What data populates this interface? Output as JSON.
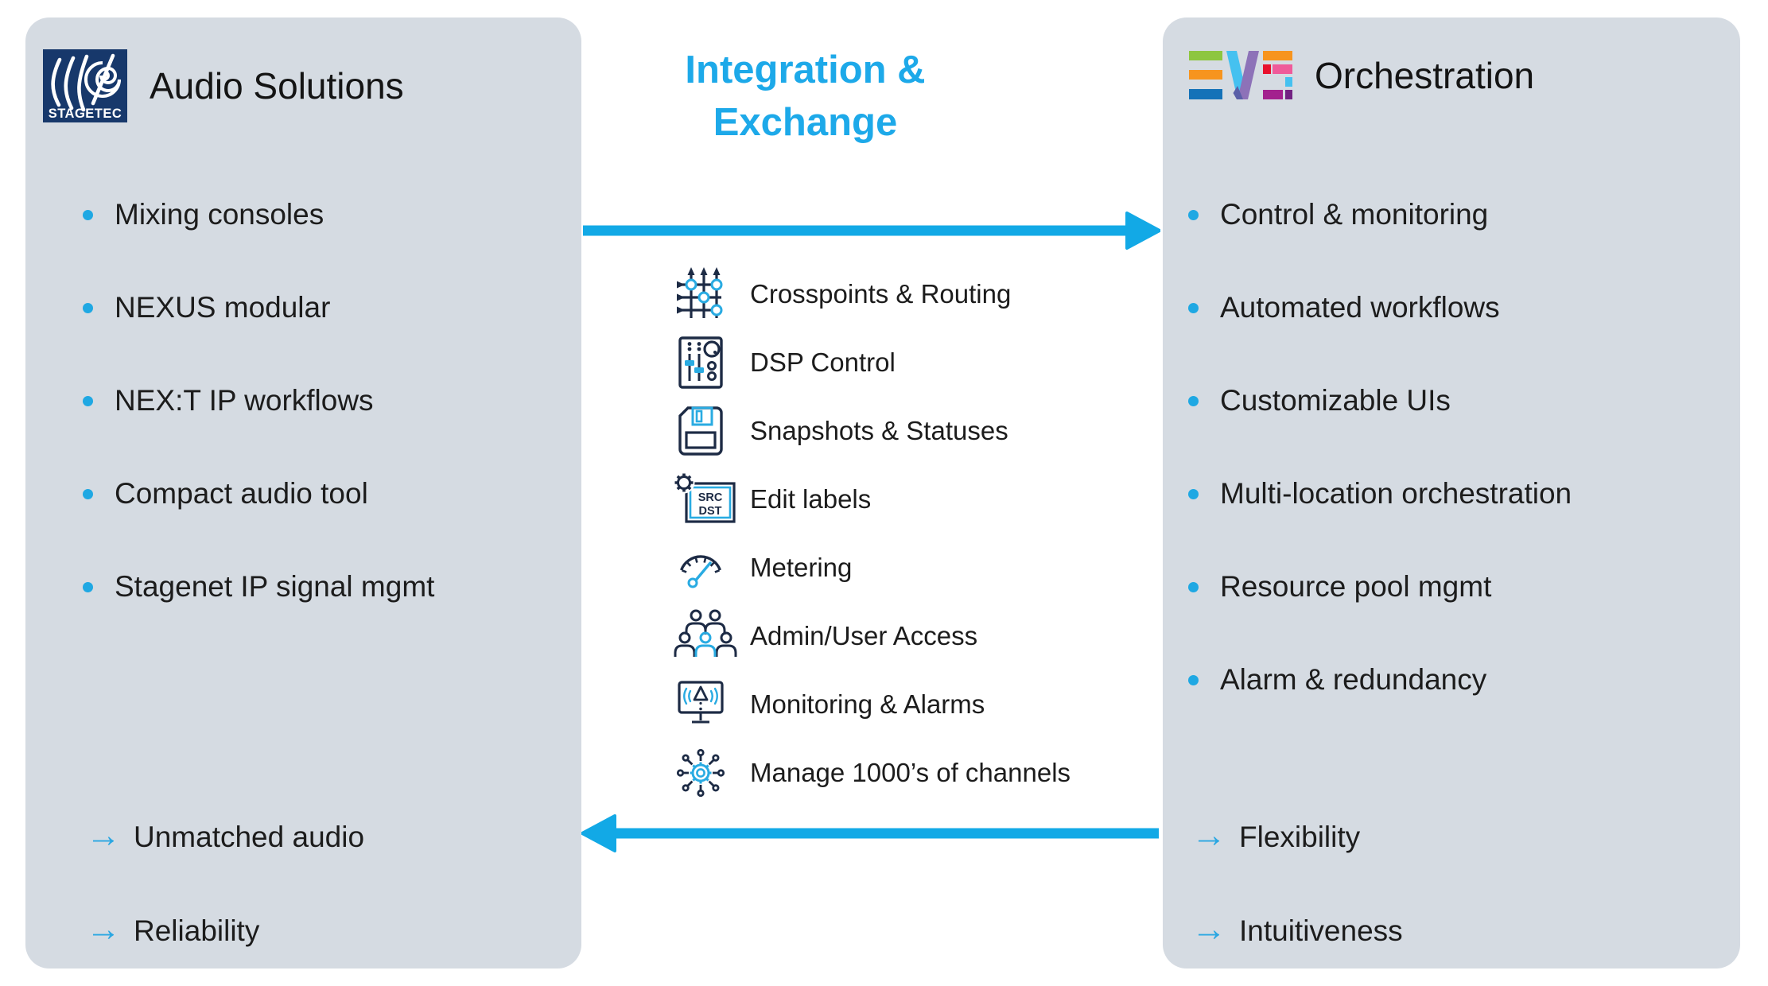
{
  "left_panel": {
    "logo_text": "STAGETEC",
    "title": "Audio Solutions",
    "bullets": [
      "Mixing consoles",
      "NEXUS modular",
      "NEX:T IP workflows",
      "Compact audio tool",
      "Stagenet IP signal mgmt"
    ],
    "takeaways": [
      "Unmatched audio",
      "Reliability"
    ]
  },
  "center": {
    "title_line1": "Integration &",
    "title_line2": "Exchange",
    "items": [
      {
        "icon": "crosspoints-routing-icon",
        "label": "Crosspoints & Routing"
      },
      {
        "icon": "dsp-control-icon",
        "label": "DSP Control"
      },
      {
        "icon": "snapshots-statuses-icon",
        "label": "Snapshots & Statuses"
      },
      {
        "icon": "edit-labels-icon",
        "label": "Edit labels"
      },
      {
        "icon": "metering-icon",
        "label": "Metering"
      },
      {
        "icon": "admin-user-access-icon",
        "label": "Admin/User Access"
      },
      {
        "icon": "monitoring-alarms-icon",
        "label": "Monitoring & Alarms"
      },
      {
        "icon": "manage-channels-icon",
        "label": "Manage 1000’s of channels"
      }
    ],
    "edit_labels_icon_text": {
      "src": "SRC",
      "dst": "DST"
    }
  },
  "right_panel": {
    "logo_text": "EVS",
    "title": "Orchestration",
    "bullets": [
      "Control & monitoring",
      "Automated workflows",
      "Customizable UIs",
      "Multi-location orchestration",
      "Resource pool mgmt",
      "Alarm & redundancy"
    ],
    "takeaways": [
      "Flexibility",
      "Intuitiveness"
    ]
  },
  "colors": {
    "accent_blue": "#1ca9e8",
    "panel_bg": "#d5dbe2",
    "icon_dark": "#1d2b45",
    "icon_blue": "#29abe2",
    "stagetec_navy": "#17386b",
    "text_dark": "#1a1a1a"
  }
}
